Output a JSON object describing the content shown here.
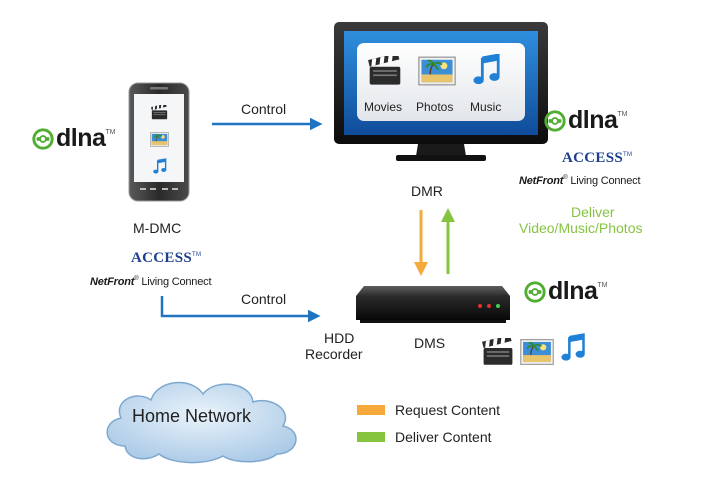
{
  "labels": {
    "control_top": "Control",
    "control_bottom": "Control",
    "m_dmc": "M-DMC",
    "dmr": "DMR",
    "dms": "DMS",
    "hdd_recorder_line1": "HDD",
    "hdd_recorder_line2": "Recorder",
    "deliver_line1": "Deliver",
    "deliver_line2": "Video/Music/Photos",
    "home_network": "Home Network"
  },
  "tv_menu": {
    "movies": "Movies",
    "photos": "Photos",
    "music": "Music"
  },
  "logos": {
    "dlna_word": "dlna",
    "access_word": "ACCESS",
    "netfront_brand": "NetFront",
    "netfront_product": "Living Connect"
  },
  "legend": [
    {
      "label": "Request Content",
      "color": "#f5a93a"
    },
    {
      "label": "Deliver Content",
      "color": "#86c440"
    }
  ],
  "colors": {
    "control_arrow": "#1f74c2",
    "request_arrow": "#f5a93a",
    "deliver_arrow": "#86c440",
    "deliver_text": "#86c440",
    "dlna_green": "#52ae32",
    "access_blue": "#1d3f8e",
    "cloud_fill": "#c9dff1"
  },
  "icons": {
    "tv_icons": [
      "clapperboard-icon",
      "photo-icon",
      "music-note-icon"
    ],
    "phone_icons": [
      "clapperboard-icon",
      "photo-icon",
      "music-note-icon"
    ],
    "dms_icons": [
      "clapperboard-icon",
      "photo-icon",
      "music-note-icon"
    ]
  }
}
